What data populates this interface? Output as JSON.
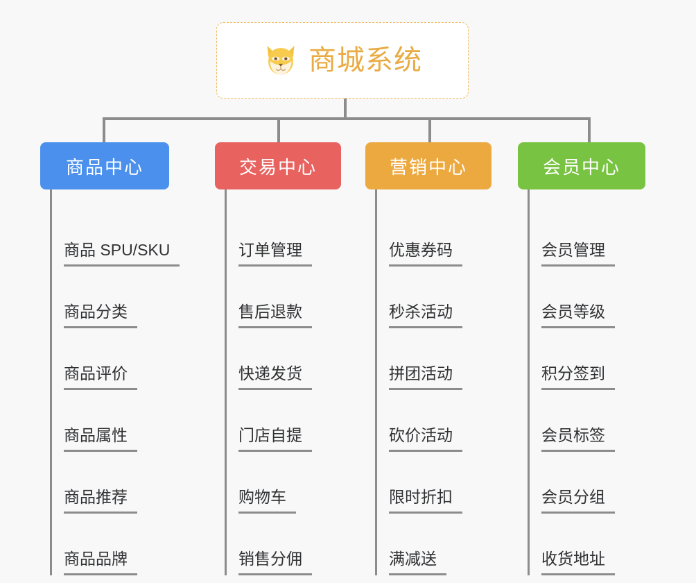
{
  "canvas": {
    "background": "#f8f8f8",
    "connector_color": "#8c8c8c"
  },
  "root": {
    "title": "商城系统",
    "icon": "shiba-dog-icon",
    "text_color": "#e9ab43",
    "border_color": "#efb95d",
    "background": "#ffffff"
  },
  "branches": [
    {
      "label": "商品中心",
      "color": "#4a90ec",
      "items": [
        "商品 SPU/SKU",
        "商品分类",
        "商品评价",
        "商品属性",
        "商品推荐",
        "商品品牌"
      ]
    },
    {
      "label": "交易中心",
      "color": "#e8635f",
      "items": [
        "订单管理",
        "售后退款",
        "快递发货",
        "门店自提",
        "购物车",
        "销售分佣"
      ]
    },
    {
      "label": "营销中心",
      "color": "#eca940",
      "items": [
        "优惠券码",
        "秒杀活动",
        "拼团活动",
        "砍价活动",
        "限时折扣",
        "满减送"
      ]
    },
    {
      "label": "会员中心",
      "color": "#79c342",
      "items": [
        "会员管理",
        "会员等级",
        "积分签到",
        "会员标签",
        "会员分组",
        "收货地址"
      ]
    }
  ]
}
